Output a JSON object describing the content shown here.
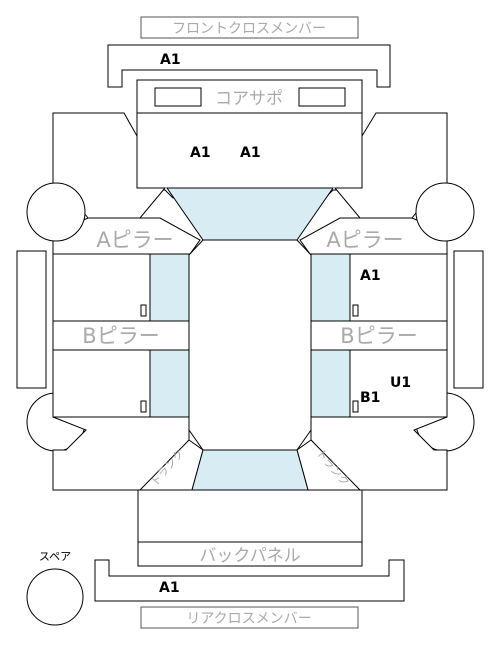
{
  "labels": {
    "front_cross_member": "フロントクロスメンバー",
    "core_support": "コアサポ",
    "a_pillar": "Aピラー",
    "b_pillar": "Bピラー",
    "back_panel": "バックパネル",
    "rear_cross_member": "リアクロスメンバー",
    "spare": "スペア",
    "trunk": "トランク"
  },
  "codes": {
    "front_cross_member": "A1",
    "hood_left": "A1",
    "hood_right": "A1",
    "right_front_door": "A1",
    "right_rear_u": "U1",
    "right_rear_b": "B1",
    "rear_cross_member": "A1"
  },
  "colors": {
    "glass": "#d8edf3",
    "label_text": "#a9a9a9",
    "outline": "#000000"
  }
}
